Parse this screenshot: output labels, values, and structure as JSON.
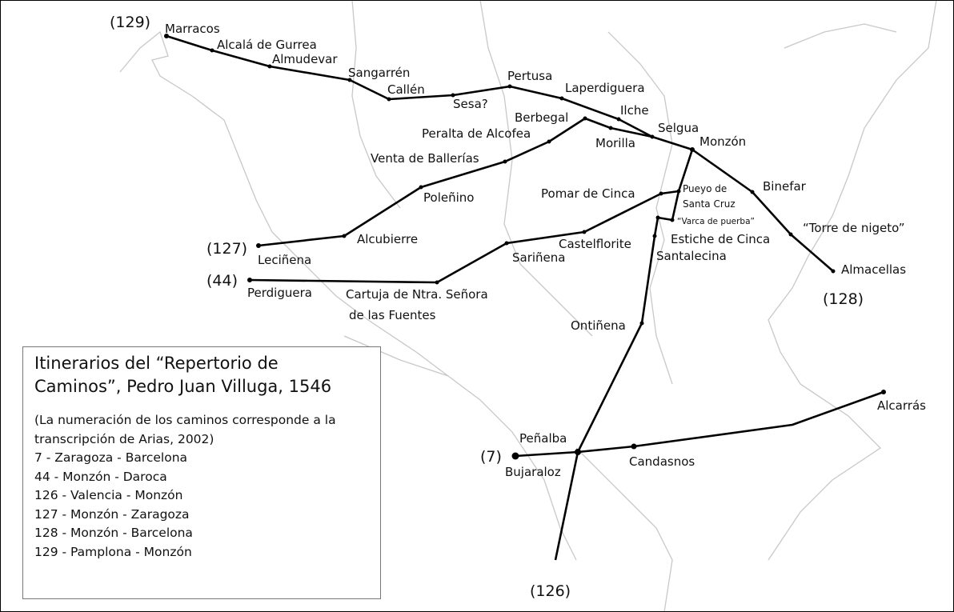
{
  "legend": {
    "title": "Itinerarios del “Repertorio de Caminos”, Pedro Juan Villuga, 1546",
    "note": "(La numeración de los caminos corresponde a la transcripción de Arias, 2002)",
    "routes": [
      "7 - Zaragoza - Barcelona",
      "44 - Monzón - Daroca",
      "126 - Valencia - Monzón",
      "127 - Monzón - Zaragoza",
      "128 - Monzón - Barcelona",
      "129 - Pamplona - Monzón"
    ]
  },
  "route_numbers": {
    "r129": "(129)",
    "r127": "(127)",
    "r44": "(44)",
    "r128": "(128)",
    "r7": "(7)",
    "r126": "(126)"
  },
  "places": {
    "marracos": "Marracos",
    "alcala": "Alcalá de Gurrea",
    "almudevar": "Almudevar",
    "sangarren": "Sangarrén",
    "callen": "Callén",
    "sesa": "Sesa?",
    "pertusa": "Pertusa",
    "laperdiguera": "Laperdiguera",
    "ilche": "Ilche",
    "selgua": "Selgua",
    "monzon": "Monzón",
    "berbegal": "Berbegal",
    "peralta": "Peralta de Alcofea",
    "morilla": "Morilla",
    "venta": "Venta de Ballerías",
    "polenino": "Poleñino",
    "alcubierre": "Alcubierre",
    "lecinena": "Leciñena",
    "pomar": "Pomar de Cinca",
    "pueyo1": "Pueyo de",
    "pueyo2": "Santa Cruz",
    "varca": "“Varca de puerba”",
    "estiche": "Estiche de Cinca",
    "santalecina": "Santalecina",
    "castelflorite": "Castelflorite",
    "sarinena": "Sariñena",
    "binefar": "Binefar",
    "torre": "“Torre de nigeto”",
    "almacellas": "Almacellas",
    "perdiguera": "Perdiguera",
    "cartuja1": "Cartuja de Ntra. Señora",
    "cartuja2": "de las Fuentes",
    "ontinena": "Ontiñena",
    "alcarras": "Alcarrás",
    "penalba": "Peñalba",
    "bujaraloz": "Bujaraloz",
    "candasnos": "Candasnos"
  }
}
